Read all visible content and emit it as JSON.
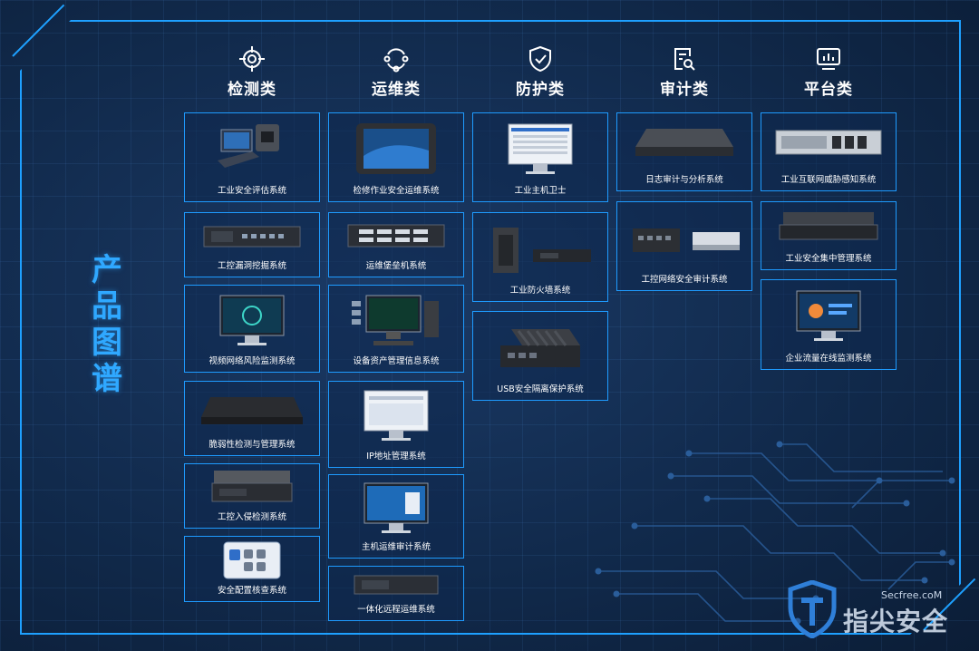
{
  "page": {
    "vertical_title": [
      "产",
      "品",
      "图",
      "谱"
    ],
    "watermark_site": "Secfree.coM",
    "watermark_brand": "指尖安全"
  },
  "colors": {
    "accent": "#1ea0ff",
    "title": "#2fa8ff",
    "background": "#112a4c"
  },
  "categories": [
    {
      "label": "检测类",
      "icon": "target-icon"
    },
    {
      "label": "运维类",
      "icon": "sync-cycle-icon"
    },
    {
      "label": "防护类",
      "icon": "shield-check-icon"
    },
    {
      "label": "审计类",
      "icon": "document-search-icon"
    },
    {
      "label": "平台类",
      "icon": "monitor-chart-icon"
    }
  ],
  "products": {
    "detection": [
      {
        "name": "工业安全评估系统",
        "image": "laptop-with-case"
      },
      {
        "name": "工控漏洞挖掘系统",
        "image": "rack-server"
      },
      {
        "name": "视频网络风险监测系统",
        "image": "monitor"
      },
      {
        "name": "脆弱性检测与管理系统",
        "image": "flat-appliance"
      },
      {
        "name": "工控入侵检测系统",
        "image": "rack-server"
      },
      {
        "name": "安全配置核查系统",
        "image": "tablet-app"
      }
    ],
    "operations": [
      {
        "name": "检修作业安全运维系统",
        "image": "rugged-tablet"
      },
      {
        "name": "运维堡垒机系统",
        "image": "rack-server"
      },
      {
        "name": "设备资产管理信息系统",
        "image": "desktop-workstation"
      },
      {
        "name": "IP地址管理系统",
        "image": "monitor"
      },
      {
        "name": "主机运维审计系统",
        "image": "monitor"
      },
      {
        "name": "一体化远程运维系统",
        "image": "rack-server"
      }
    ],
    "protection": [
      {
        "name": "工业主机卫士",
        "image": "monitor"
      },
      {
        "name": "工业防火墙系统",
        "image": "firewall-boxes"
      },
      {
        "name": "USB安全隔离保护系统",
        "image": "fanless-box"
      }
    ],
    "audit": [
      {
        "name": "日志审计与分析系统",
        "image": "flat-appliance"
      },
      {
        "name": "工控网络安全审计系统",
        "image": "small-appliances"
      }
    ],
    "platform": [
      {
        "name": "工业互联网威胁感知系统",
        "image": "rack-server"
      },
      {
        "name": "工业安全集中管理系统",
        "image": "rack-server"
      },
      {
        "name": "企业流量在线监测系统",
        "image": "monitor"
      }
    ]
  }
}
